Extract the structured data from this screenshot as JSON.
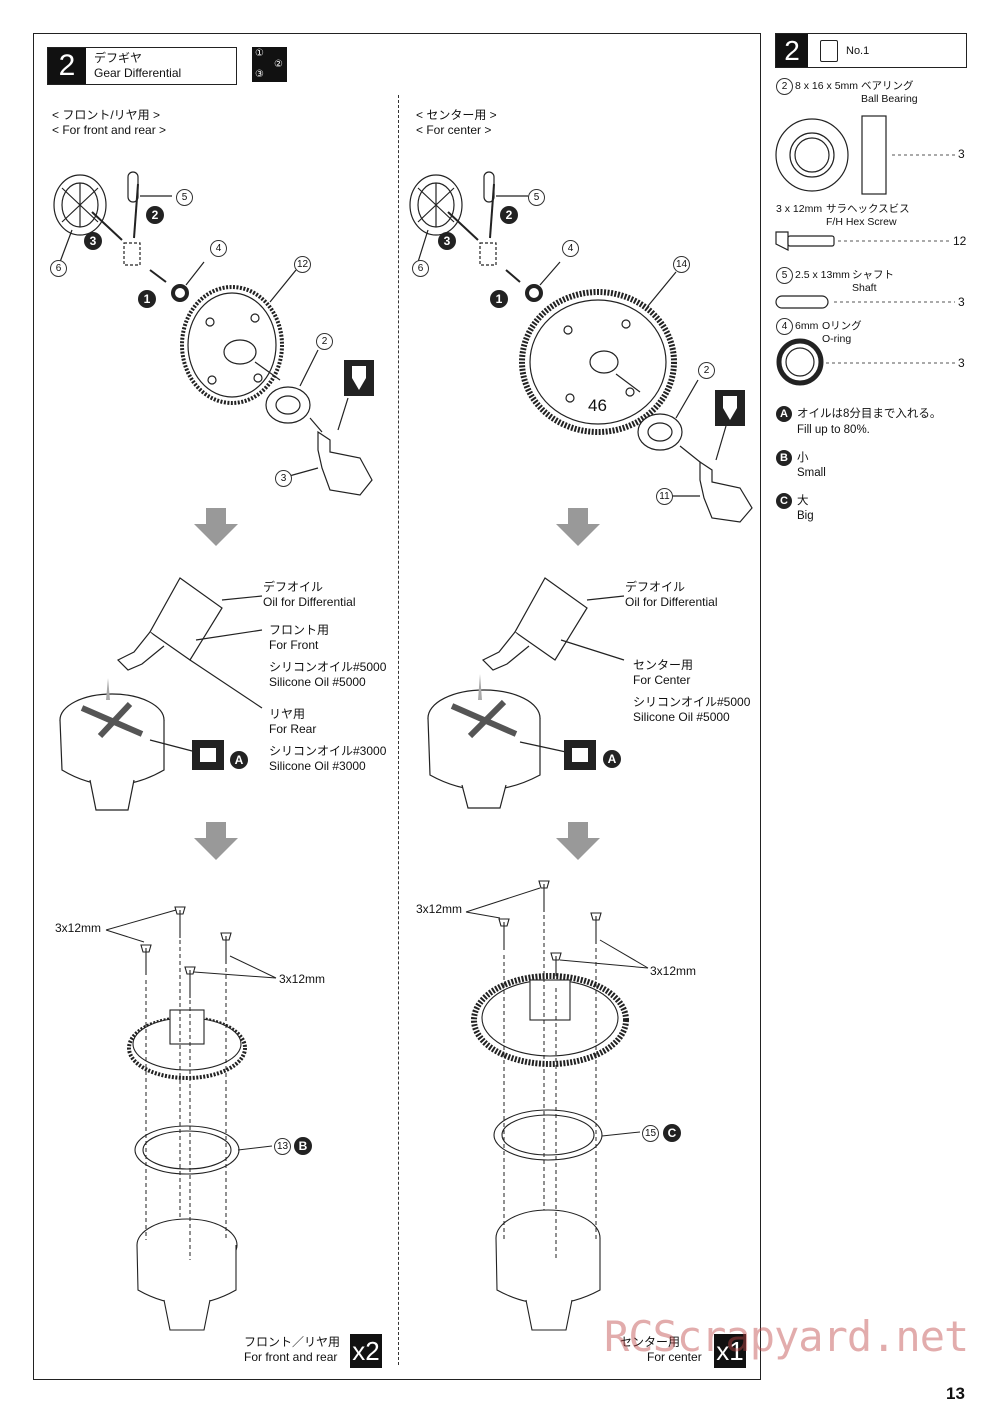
{
  "step": {
    "number": "2",
    "title_ja": "デフギヤ",
    "title_en": "Gear Differential",
    "order": [
      "①",
      "②",
      "③"
    ]
  },
  "left": {
    "heading_ja": "< フロント/リヤ用 >",
    "heading_en": "< For front and rear >",
    "callouts": [
      "5",
      "2",
      "3",
      "4",
      "1",
      "12",
      "6",
      "2",
      "3"
    ],
    "oil_ja": "デフオイル",
    "oil_en": "Oil for Differential",
    "front_ja": "フロント用",
    "front_en": "For Front",
    "front_oil_ja": "シリコンオイル#5000",
    "front_oil_en": "Silicone Oil #5000",
    "rear_ja": "リヤ用",
    "rear_en": "For Rear",
    "rear_oil_ja": "シリコンオイル#3000",
    "rear_oil_en": "Silicone Oil #3000",
    "note": "A",
    "screw1": "3x12mm",
    "screw2": "3x12mm",
    "gasket_part": "13",
    "gasket_note": "B",
    "footer_ja": "フロント／リヤ用",
    "footer_en": "For front and rear",
    "qty": "x2"
  },
  "right": {
    "heading_ja": "< センター用 >",
    "heading_en": "< For center  >",
    "gear_teeth": "46",
    "gear_part": "14",
    "cup_part": "11",
    "oil_ja": "デフオイル",
    "oil_en": "Oil for Differential",
    "center_ja": "センター用",
    "center_en": "For Center",
    "center_oil_ja": "シリコンオイル#5000",
    "center_oil_en": "Silicone Oil #5000",
    "note": "A",
    "screw1": "3x12mm",
    "screw2": "3x12mm",
    "gasket_part": "15",
    "gasket_note": "C",
    "footer_ja": "センター用",
    "footer_en": "For center",
    "qty": "x1"
  },
  "parts_bag": {
    "number": "2",
    "bag": "No.1",
    "items": [
      {
        "num": "2",
        "size": "8 x 16 x 5mm",
        "ja": "ベアリング",
        "en": "Ball Bearing",
        "qty": "3"
      },
      {
        "num": "",
        "size": "3 x 12mm",
        "ja": "サラヘックスビス",
        "en": "F/H Hex Screw",
        "qty": "12"
      },
      {
        "num": "5",
        "size": "2.5 x 13mm",
        "ja": "シャフト",
        "en": "Shaft",
        "qty": "3"
      },
      {
        "num": "4",
        "size": "6mm",
        "ja": "Oリング",
        "en": "O-ring",
        "qty": "3"
      }
    ]
  },
  "notes": [
    {
      "letter": "A",
      "ja": "オイルは8分目まで入れる。",
      "en": "Fill up to 80%."
    },
    {
      "letter": "B",
      "ja": "小",
      "en": "Small"
    },
    {
      "letter": "C",
      "ja": "大",
      "en": "Big"
    }
  ],
  "page_number": "13",
  "watermark": "RCScrapyard.net"
}
